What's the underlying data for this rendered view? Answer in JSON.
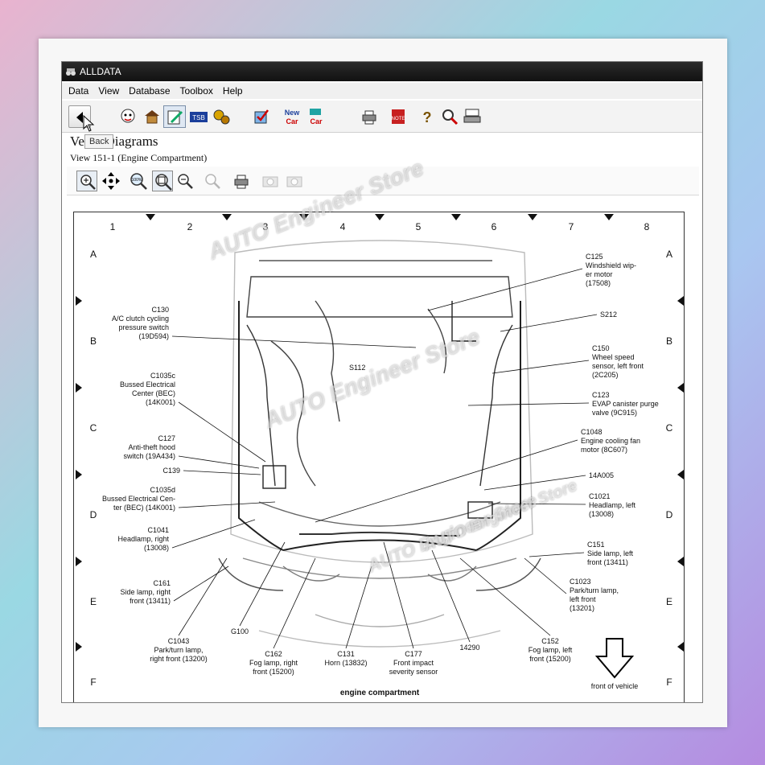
{
  "window": {
    "title": "ALLDATA"
  },
  "menu": [
    "Data",
    "View",
    "Database",
    "Toolbox",
    "Help"
  ],
  "toolbar": {
    "back_tooltip": "Back",
    "new_car_label_1": "New",
    "new_car_label_2": "Car",
    "note_label": "NOTE"
  },
  "page": {
    "heading_prefix": "Ve",
    "heading": "Diagrams",
    "subheading": "View 151-1 (Engine Compartment)"
  },
  "diagram": {
    "columns": [
      "1",
      "2",
      "3",
      "4",
      "5",
      "6",
      "7",
      "8"
    ],
    "rows": [
      "A",
      "B",
      "C",
      "D",
      "E",
      "F"
    ],
    "caption": "engine compartment",
    "front_label": "front of vehicle",
    "internal_labels": {
      "s112": "S112"
    },
    "callouts_left": [
      [
        "C130",
        "A/C clutch cycling",
        "pressure switch",
        "(19D594)"
      ],
      [
        "C1035c",
        "Bussed Electrical",
        "Center (BEC)",
        "(14K001)"
      ],
      [
        "C127",
        "Anti-theft hood",
        "switch (19A434)"
      ],
      [
        "C139"
      ],
      [
        "C1035d",
        "Bussed Electrical Cen-",
        "ter (BEC) (14K001)"
      ],
      [
        "C1041",
        "Headlamp, right",
        "(13008)"
      ],
      [
        "C161",
        "Side lamp, right",
        "front (13411)"
      ]
    ],
    "callouts_right": [
      [
        "C125",
        "Windshield wip-",
        "er motor",
        "(17508)"
      ],
      [
        "S212"
      ],
      [
        "C150",
        "Wheel speed",
        "sensor, left front",
        "(2C205)"
      ],
      [
        "C123",
        "EVAP canister purge",
        "valve (9C915)"
      ],
      [
        "C1048",
        "Engine cooling fan",
        "motor (8C607)"
      ],
      [
        "14A005"
      ],
      [
        "C1021",
        "Headlamp, left",
        "(13008)"
      ],
      [
        "C151",
        "Side lamp, left",
        "front (13411)"
      ],
      [
        "C1023",
        "Park/turn lamp,",
        "left front",
        "(13201)"
      ]
    ],
    "callouts_bottom": [
      [
        "C1043",
        "Park/turn lamp,",
        "right front (13200)"
      ],
      [
        "G100"
      ],
      [
        "C162",
        "Fog lamp, right",
        "front (15200)"
      ],
      [
        "C131",
        "Horn (13832)"
      ],
      [
        "C177",
        "Front impact",
        "severity sensor"
      ],
      [
        "14290"
      ],
      [
        "C152",
        "Fog lamp, left",
        "front (15200)"
      ]
    ]
  },
  "watermarks": [
    "AUTO Engineer Store",
    "AUTO Engineer Store",
    "AUTO Engineer Store",
    "AUTO Engineer Store"
  ]
}
